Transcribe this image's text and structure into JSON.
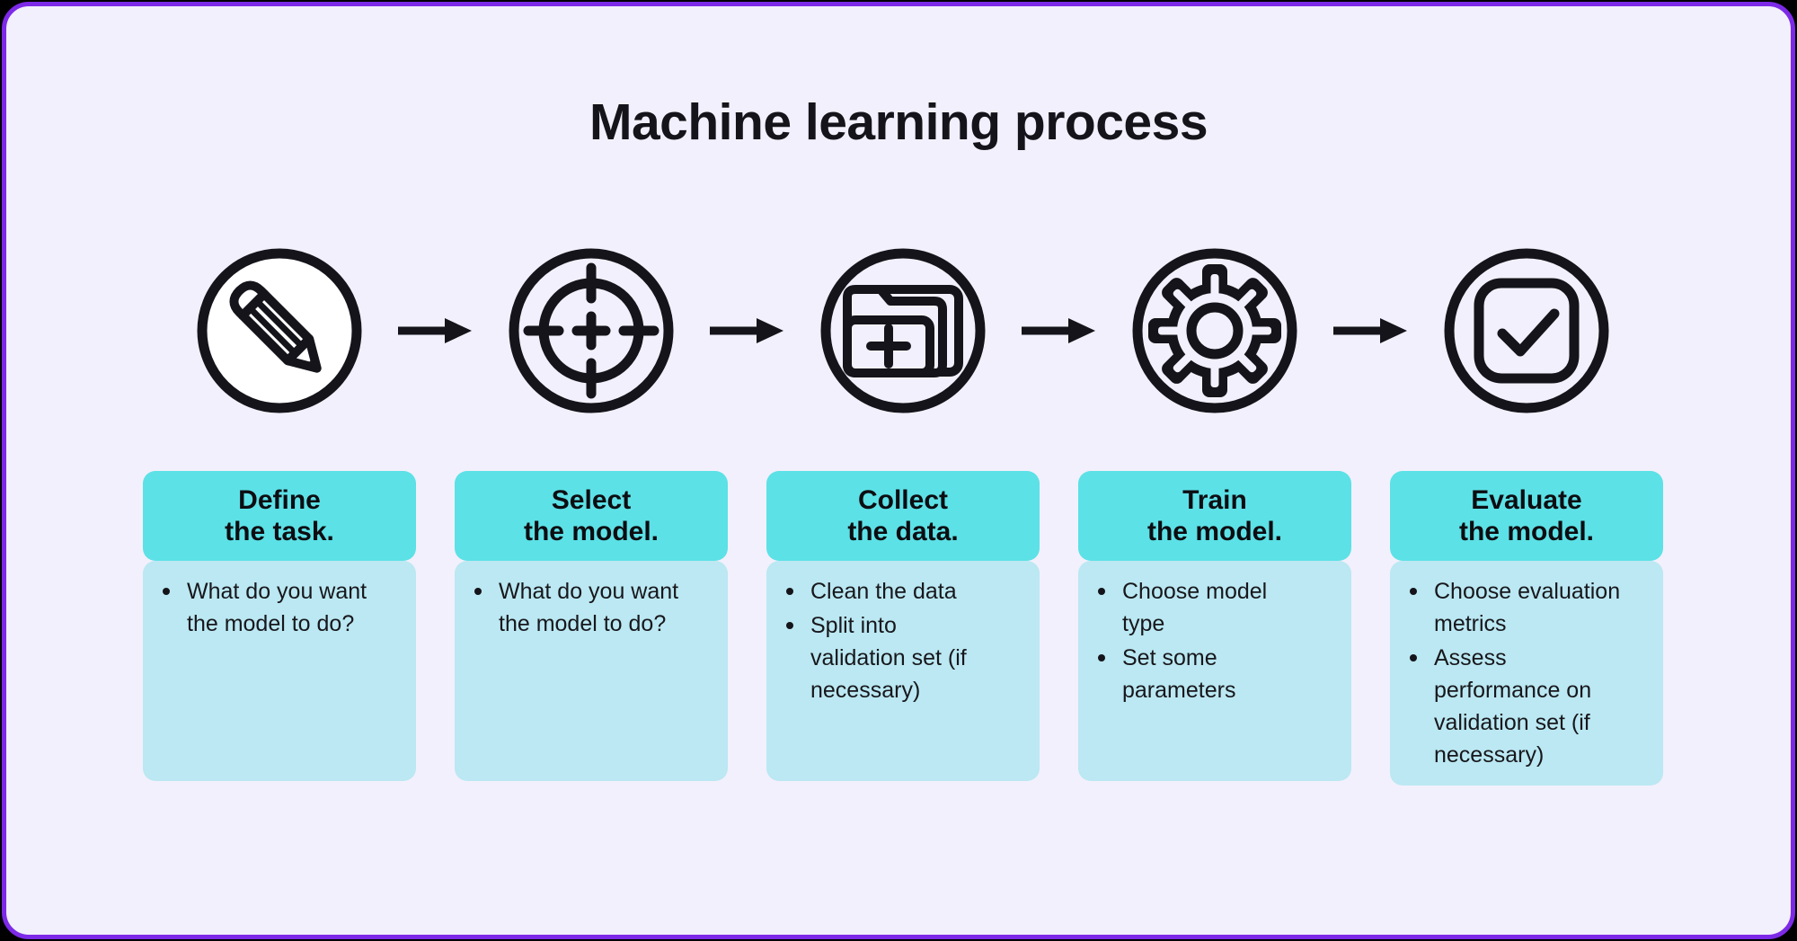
{
  "title": "Machine learning process",
  "colors": {
    "bg": "#F2F0FC",
    "frame": "#7D2AE8",
    "page": "#000000",
    "header": "#5CE1E6",
    "card": "#BBE8F2",
    "ink": "#14141A"
  },
  "steps": [
    {
      "icon": "pencil-icon",
      "heading": "Define\nthe task.",
      "bullets": [
        "What do you want\nthe model to do?"
      ]
    },
    {
      "icon": "target-icon",
      "heading": "Select\nthe model.",
      "bullets": [
        "What do you want\nthe model to do?"
      ]
    },
    {
      "icon": "folder-plus-icon",
      "heading": "Collect\nthe data.",
      "bullets": [
        "Clean the data",
        "Split into\nvalidation set (if\nnecessary)"
      ]
    },
    {
      "icon": "gear-icon",
      "heading": "Train\nthe model.",
      "bullets": [
        "Choose model\ntype",
        "Set some\nparameters"
      ]
    },
    {
      "icon": "checkbox-icon",
      "heading": "Evaluate\nthe model.",
      "bullets": [
        "Choose evaluation\nmetrics",
        "Assess\nperformance on\nvalidation set (if\nnecessary)"
      ]
    }
  ]
}
